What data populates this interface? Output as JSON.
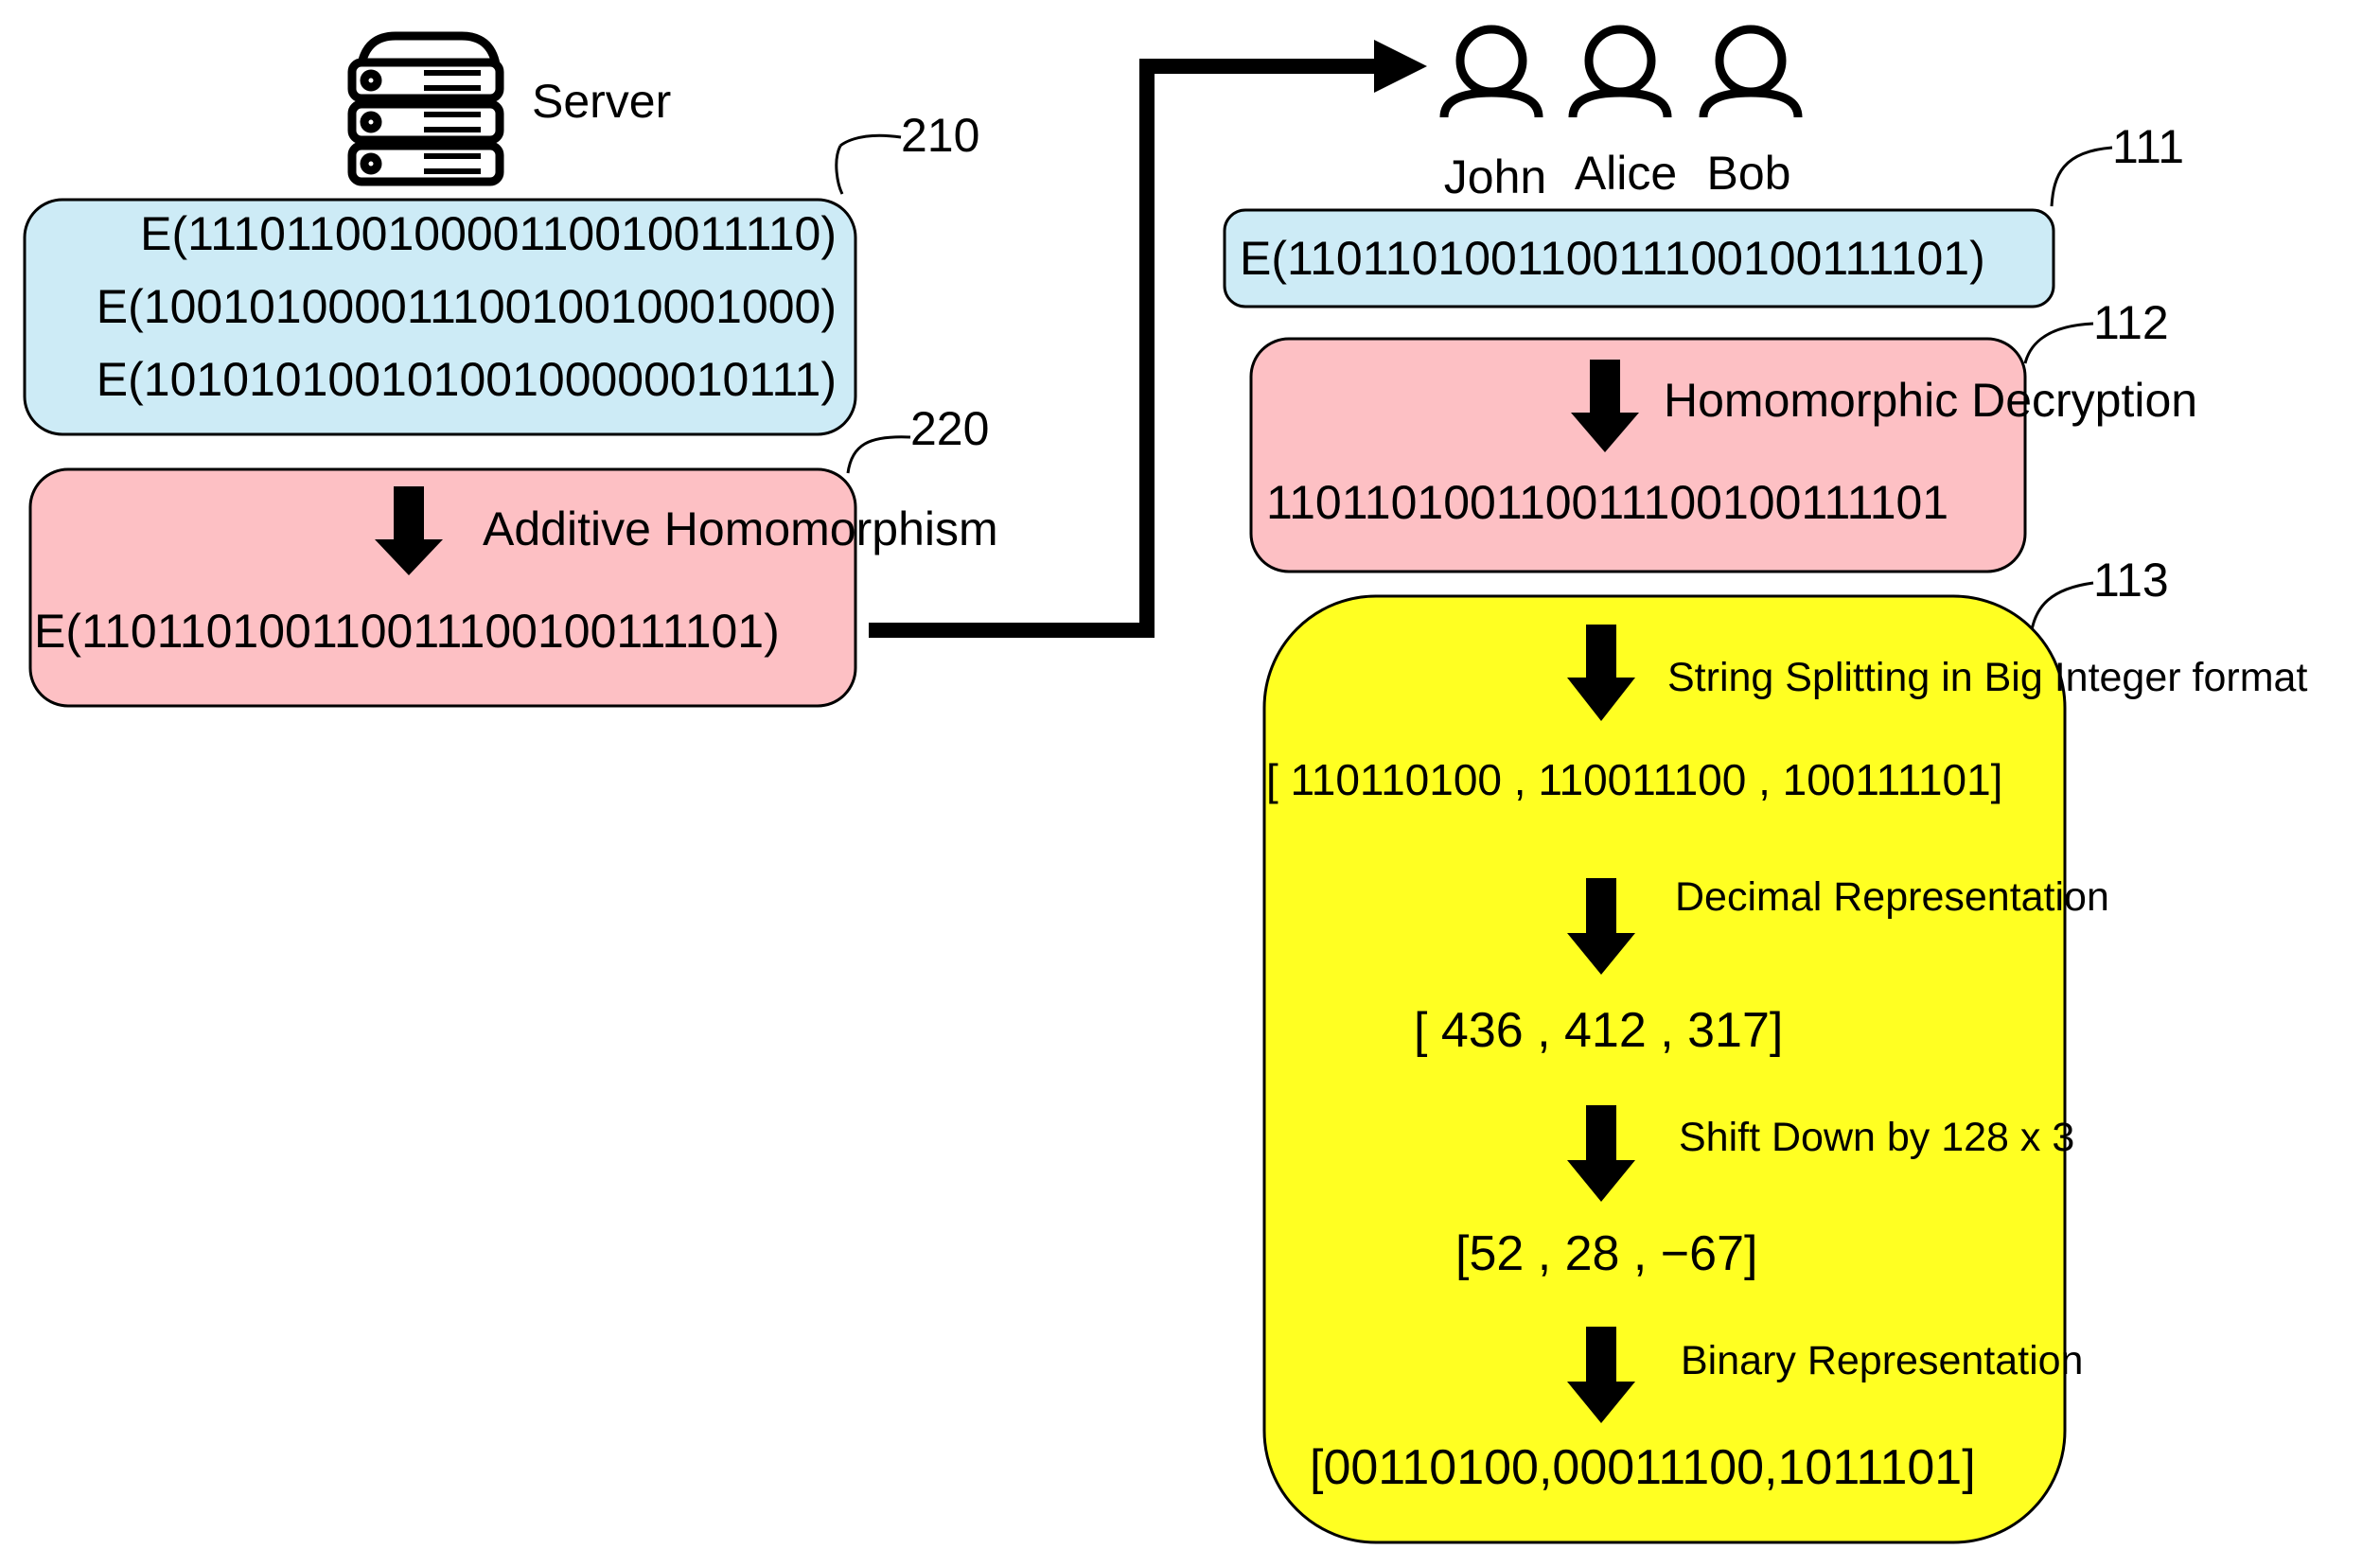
{
  "server": {
    "label": "Server",
    "icon": "server-icon"
  },
  "users": [
    {
      "name": "John",
      "icon": "person-icon"
    },
    {
      "name": "Alice",
      "icon": "person-icon"
    },
    {
      "name": "Bob",
      "icon": "person-icon"
    }
  ],
  "refs": {
    "r210": "210",
    "r220": "220",
    "r111": "111",
    "r112": "112",
    "r113": "113"
  },
  "encrypted_inputs": [
    "E(1110110010000110010011110)",
    "E(10010100001110010010001000)",
    "E(10101010010100100000010111)"
  ],
  "additive": {
    "label": "Additive Homomorphism",
    "result": "E(110110100110011100100111101)"
  },
  "user_cipher": "E(110110100110011100100111101)",
  "decryption": {
    "label": "Homomorphic Decryption",
    "result": "110110100110011100100111101"
  },
  "pipeline": {
    "step1_label": "String Splitting in Big Integer format",
    "step1_value": "[ 110110100 , 110011100 , 100111101]",
    "step2_label": "Decimal Representation",
    "step2_value": "[ 436 , 412 , 317]",
    "step3_label": "Shift Down by 128 x 3",
    "step3_value": "[52 , 28 , −67]",
    "step4_label": "Binary Representation",
    "step4_value": "[00110100,00011100,1011101]"
  },
  "colors": {
    "blue_box": "#cdebf6",
    "pink_box": "#fdc0c4",
    "yellow_box": "#ffff22",
    "stroke": "#000000"
  }
}
